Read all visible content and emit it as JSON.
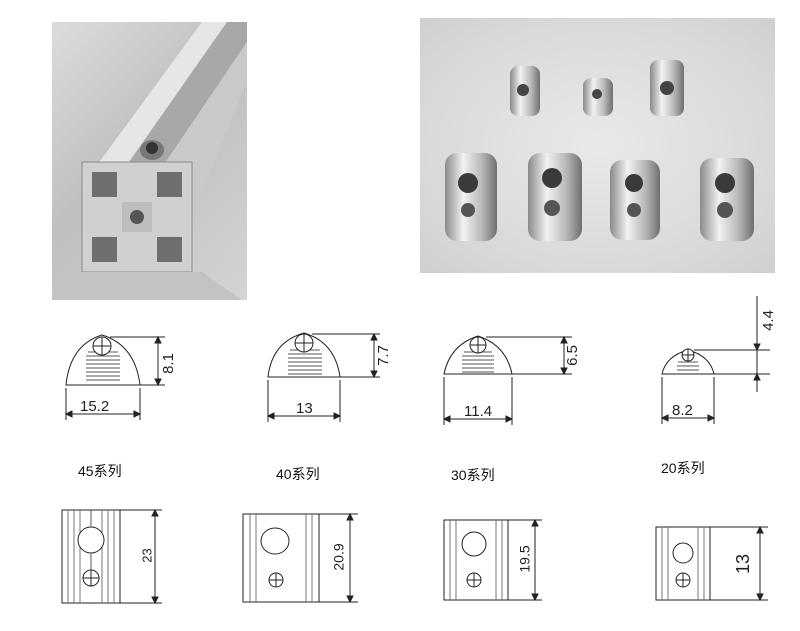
{
  "series": [
    {
      "label": "45系列",
      "width": "15.2",
      "height": "8.1",
      "length": "23"
    },
    {
      "label": "40系列",
      "width": "13",
      "height": "7.7",
      "length": "20.9"
    },
    {
      "label": "30系列",
      "width": "11.4",
      "height": "6.5",
      "length": "19.5"
    },
    {
      "label": "20系列",
      "width": "8.2",
      "height": "4.4",
      "length": "13"
    }
  ]
}
